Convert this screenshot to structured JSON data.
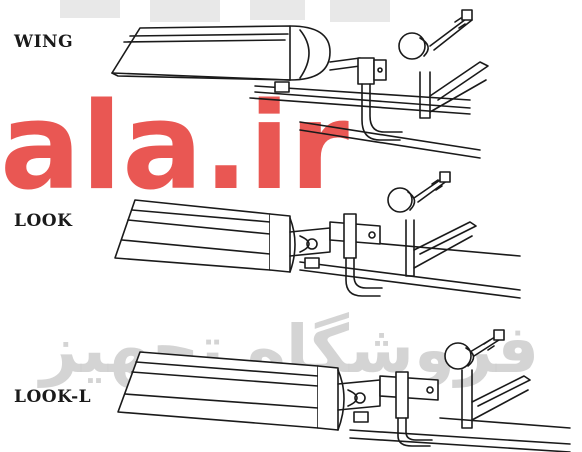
{
  "labels": {
    "wing": "WING",
    "look": "LOOK",
    "look_l": "LOOK-L"
  },
  "watermark": {
    "text_latin": "ala.ir",
    "text_persian": "فروشگاه تجهیز",
    "color": "#e53935"
  },
  "colors": {
    "line": "#1a1a1a",
    "watermark_gray": "#cfcfcf"
  }
}
